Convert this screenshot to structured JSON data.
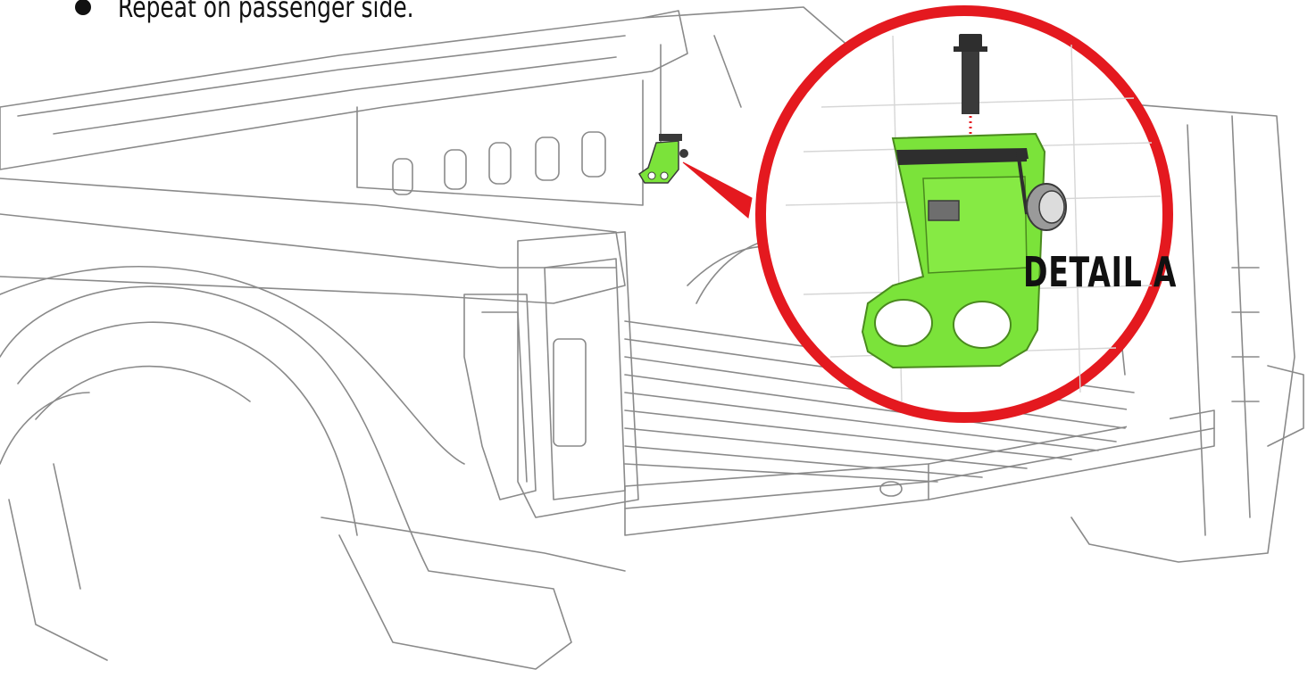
{
  "instruction": {
    "text": "Repeat on passenger side."
  },
  "detail": {
    "label": "DETAIL A"
  },
  "colors": {
    "callout_circle": "#e4191f",
    "part_green": "#7be33a",
    "line_art": "#8a8a8a",
    "hardware": "#3a3a3a"
  },
  "icons": {
    "bullet": "bullet-dot",
    "bolt": "bolt-icon",
    "bracket": "bracket-icon",
    "nut": "nut-icon",
    "spacer": "spacer-icon"
  }
}
